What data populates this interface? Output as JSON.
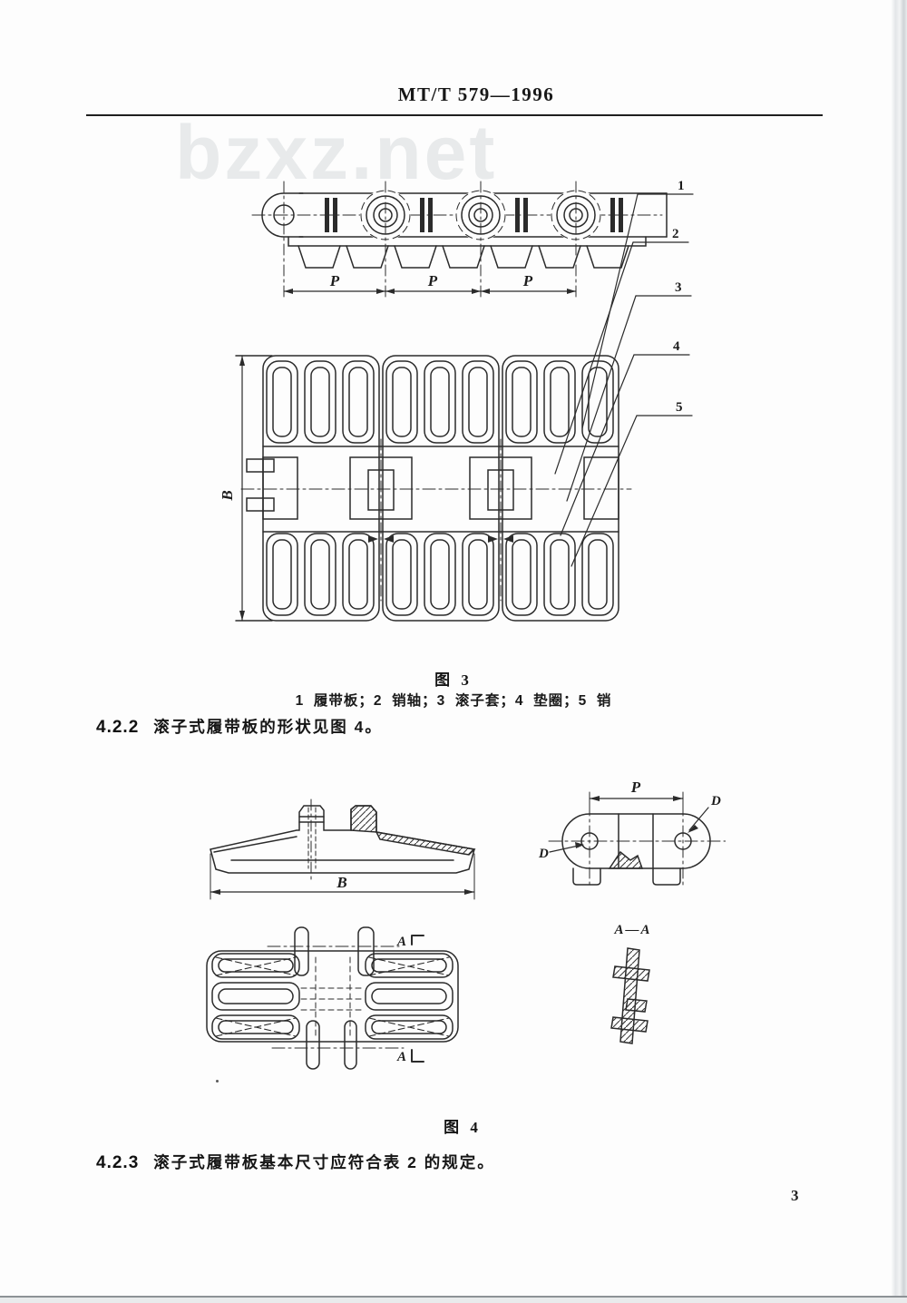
{
  "document": {
    "standard_code": "MT/T 579—1996",
    "watermark": "bzxz.net",
    "page_number": "3"
  },
  "figure3": {
    "caption": "图 3",
    "legend": "1  履带板；2  销轴；3  滚子套；4  垫圈；5  销",
    "callout_1": "1",
    "callout_2": "2",
    "callout_3": "3",
    "callout_4": "4",
    "callout_5": "5",
    "dim_pitch": "P",
    "dim_width": "B"
  },
  "section_4_2_2": {
    "number": "4.2.2",
    "text": "滚子式履带板的形状见图 4。"
  },
  "figure4": {
    "caption": "图 4",
    "dim_pitch": "P",
    "dim_width": "B",
    "dim_diameter": "D",
    "section_label": "A—A",
    "section_marker": "A"
  },
  "section_4_2_3": {
    "number": "4.2.3",
    "text": "滚子式履带板基本尺寸应符合表 2 的规定。"
  }
}
